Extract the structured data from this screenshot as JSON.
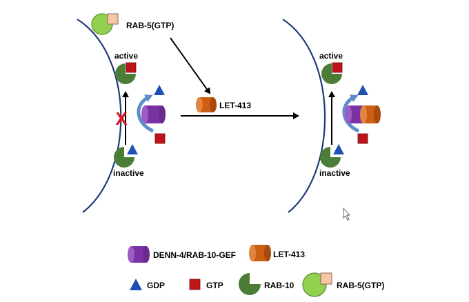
{
  "labels": {
    "rab5_top": "RAB-5(GTP)",
    "active_left": "active",
    "inactive_left": "inactive",
    "let413_mid": "LET-413",
    "active_right": "active",
    "inactive_right": "inactive",
    "x_mark": "X"
  },
  "legend": {
    "denn": "DENN-4/RAB-10-GEF",
    "let413": "LET-413",
    "gdp": "GDP",
    "gtp": "GTP",
    "rab10": "RAB-10",
    "rab5": "RAB-5(GTP)"
  },
  "colors": {
    "membrane": "#1f3a78",
    "rab10_green": "#4b7d36",
    "gdp_blue": "#1e4fb3",
    "gtp_red": "#c0141b",
    "denn_purple": "#7a32a2",
    "let413_orange": "#cc5f14",
    "rab5_lightgreen": "#92d050",
    "rab5_peach": "#f7c6a3",
    "recycle_arrow": "#5b8fc9",
    "x_red": "#e0161d"
  }
}
